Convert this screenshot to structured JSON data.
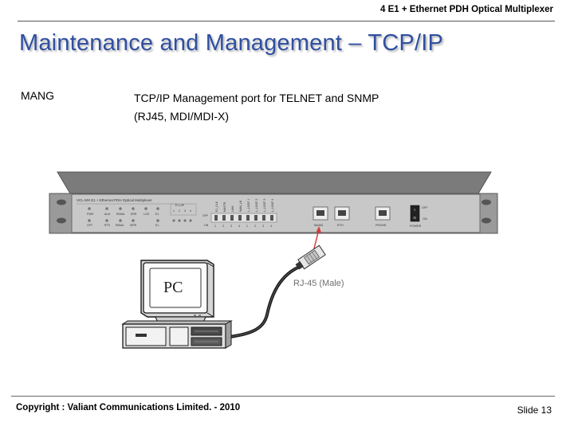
{
  "header": {
    "title": "4 E1 + Ethernet PDH Optical Multiplexer"
  },
  "slide": {
    "title": "Maintenance and Management – TCP/IP",
    "port_label": "MANG",
    "port_desc_line1": "TCP/IP Management port for TELNET and SNMP",
    "port_desc_line2": "(RJ45, MDI/MDI-X)"
  },
  "figure": {
    "device_name": "VCL-MX E1 + Ethernet PDH Optical Multiplexer",
    "e1_dip_label": "E1 DIP",
    "indicator_labels": [
      "PWR",
      "ALM",
      "RDMA",
      "ERR",
      "LOS",
      "E1"
    ],
    "indicator_labels_bottom": [
      "OPT",
      "RTS",
      "RDMA",
      "SIPR",
      "E1"
    ],
    "e1_channel_numbers": [
      "1",
      "2",
      "3",
      "4"
    ],
    "dip_rotated_labels": [
      "E1_CLK",
      "MASTR",
      "LINK",
      "WAN_LB",
      "L_LOOP 1",
      "L_LOOP 2",
      "L_LOOP 3",
      "L_LOOP 4"
    ],
    "dip_off": "OFF",
    "dip_on": "ON",
    "dip_numbers": [
      "1",
      "2",
      "3",
      "4",
      "1",
      "2",
      "3",
      "4"
    ],
    "port_labels": [
      "MANG",
      "ETH",
      "PHONE"
    ],
    "power_labels": {
      "off": "OFF",
      "on": "ON",
      "power": "POWER",
      "switch_on": "I",
      "switch_off": "O"
    },
    "pc_label": "PC",
    "connector_label": "RJ-45 (Male)"
  },
  "footer": {
    "copyright": "Copyright : Valiant Communications Limited. - 2010",
    "slide_number": "Slide 13"
  }
}
